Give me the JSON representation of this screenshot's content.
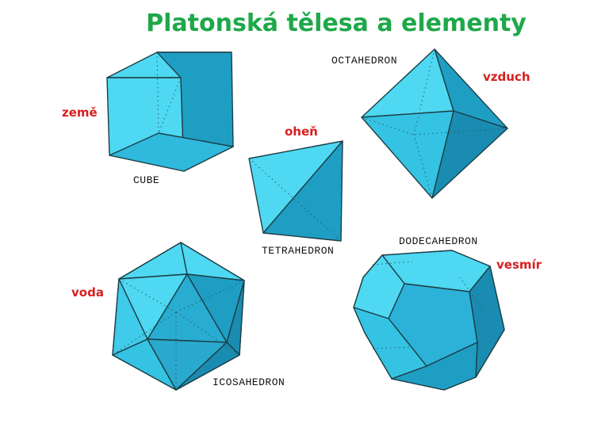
{
  "title": "Platonská tělesa a elementy",
  "solids": {
    "cube": {
      "name": "CUBE",
      "element": "země"
    },
    "tetrahedron": {
      "name": "TETRAHEDRON",
      "element": "oheň"
    },
    "octahedron": {
      "name": "OCTAHEDRON",
      "element": "vzduch"
    },
    "icosahedron": {
      "name": "ICOSAHEDRON",
      "element": "voda"
    },
    "dodecahedron": {
      "name": "DODECAHEDRON",
      "element": "vesmír"
    }
  },
  "colors": {
    "title": "#1ea84a",
    "element_label": "#d81f1f",
    "face_light": "#4ed8f2",
    "face_dark": "#1f9ec4"
  }
}
